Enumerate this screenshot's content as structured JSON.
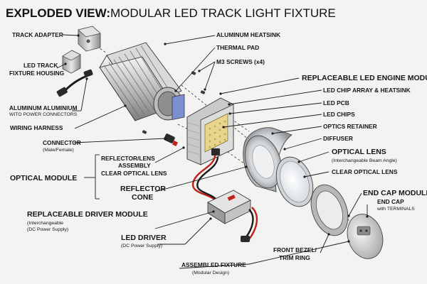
{
  "title": {
    "bold": "EXPLODED VIEW:",
    "rest": "MODULAR LED TRACK LIGHT FIXTURE"
  },
  "icons": [
    "track-adapter-icon",
    "fixture-housing-icon",
    "heatsink-icon",
    "thermal-pad-icon",
    "screw-icon",
    "led-engine-icon",
    "reflector-cone-icon",
    "optical-lens-icon",
    "bezel-ring-icon",
    "end-cap-icon",
    "driver-icon",
    "connector-icon"
  ],
  "colors": {
    "background": "#f3f3f1",
    "ink": "#161616",
    "thermal_pad": "#7c8fd0",
    "led_chip": "#e7d48d",
    "wire_red": "#c0201b",
    "wire_black": "#1b1b1b"
  },
  "labels": {
    "track_adapter": "TRACK ADAPTER",
    "led_track_housing": [
      "LED TRACK",
      "FIXTURE HOUSING"
    ],
    "aluminum_housing": [
      "ALUMINUM ALUMINIUM",
      "WITO POWER CONNECTORS"
    ],
    "wiring_harness": "WIRING HARNESS",
    "connector": [
      "CONNECTOR",
      "(Male/Female)"
    ],
    "reflector_lens_assembly": [
      "REFLECTOR/LENS",
      "ASSEMBLY"
    ],
    "clear_optical_lens_left": "CLEAR OPTICAL LENS",
    "optical_module": "OPTICAL MODULE",
    "reflector_cone": [
      "REFLECTOR",
      "CONE"
    ],
    "driver_module": [
      "REPLACEABLE DRIVER MODULE",
      "(Interchangeable",
      "(DC Power Supply)"
    ],
    "led_driver": [
      "LED DRIVER",
      "(DC Power Supply)"
    ],
    "assembled_fixture": [
      "ASSEMBLED FIXTURE",
      "(Modular Design)"
    ],
    "aluminum_heatsink": "ALUMINUM HEATSINK",
    "thermal_pad": "THERMAL PAD",
    "m3_screws": "M3 SCREWS (x4)",
    "led_engine": "REPLACEABLE LED ENGINE MODULE",
    "chip_array": "LED CHIP ARRAY & HEATSINK",
    "led_pcb": "LED PCB",
    "led_chips": "LED CHIPS",
    "optics_retainer": "OPTICS RETAINER",
    "diffuser": "DIFFUSER",
    "optical_lens": [
      "OPTICAL LENS",
      "(Interchangeable Beam Angle)"
    ],
    "clear_optical_lens_right": "CLEAR OPTICAL LENS",
    "end_cap_module": "END CAP MODULE",
    "end_cap": [
      "END CAP",
      "with TERMINALS"
    ],
    "front_bezel": [
      "FRONT BEZEL/",
      "TRIM RING"
    ]
  }
}
